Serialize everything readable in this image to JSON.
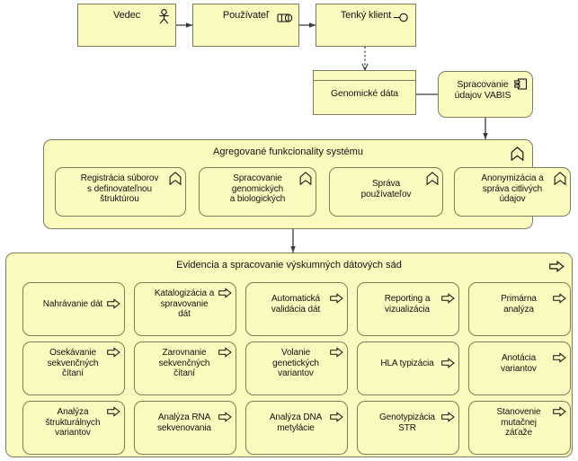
{
  "diagram": {
    "title": "Evidencia a spracovanie výskumných dátových sád",
    "colors": {
      "node_fill": "#fbfbbf",
      "node_stroke": "#7d7d5c",
      "connector": "#3a3a3a",
      "background": "#ffffff"
    }
  },
  "top_row": [
    {
      "label": "Vedec",
      "icon": "actor-icon"
    },
    {
      "label": "Používateľ",
      "icon": "role-icon"
    },
    {
      "label": "Tenký klient",
      "icon": "interface-icon"
    }
  ],
  "data_row": [
    {
      "label": "Genomické dáta",
      "icon": "data-object-icon"
    },
    {
      "label": "Spracovanie\núdajov VABIS",
      "icon": "component-icon"
    }
  ],
  "functions_group": {
    "title": "Agregované funkcionality systému",
    "icon": "function-icon",
    "items": [
      {
        "label": "Registrácia súborov\ns definovateľnou\nštruktúrou",
        "icon": "function-icon"
      },
      {
        "label": "Spracovanie\ngenomických\na biologických",
        "icon": "function-icon"
      },
      {
        "label": "Správa\npoužívateľov",
        "icon": "function-icon"
      },
      {
        "label": "Anonymizácia a\nspráva citlivých\núdajov",
        "icon": "function-icon"
      }
    ]
  },
  "process_group": {
    "title": "Evidencia a spracovanie výskumných dátových sád",
    "icon": "process-icon",
    "rows": [
      [
        {
          "label": "Nahrávanie dát",
          "icon": "process-icon"
        },
        {
          "label": "Katalogizácia a\nspravovanie\ndát",
          "icon": "process-icon"
        },
        {
          "label": "Automatická\nvalidácia dát",
          "icon": "process-icon"
        },
        {
          "label": "Reporting a\nvizualizácia",
          "icon": "process-icon"
        },
        {
          "label": "Primárna\nanalýza",
          "icon": "process-icon"
        }
      ],
      [
        {
          "label": "Osekávanie\nsekvenčných\nčítaní",
          "icon": "process-icon"
        },
        {
          "label": "Zarovnanie\nsekvenčných\nčítaní",
          "icon": "process-icon"
        },
        {
          "label": "Volanie\ngenetických\nvariantov",
          "icon": "process-icon"
        },
        {
          "label": "HLA typizácia",
          "icon": "process-icon"
        },
        {
          "label": "Anotácia\nvariantov",
          "icon": "process-icon"
        }
      ],
      [
        {
          "label": "Analýza\nštrukturálnych\nvariantov",
          "icon": "process-icon"
        },
        {
          "label": "Analýza RNA\nsekvenovania",
          "icon": "process-icon"
        },
        {
          "label": "Analýza DNA\nmetylácie",
          "icon": "process-icon"
        },
        {
          "label": "Genotypizácia\nSTR",
          "icon": "process-icon"
        },
        {
          "label": "Stanovenie\nmutačnej\nzáťaže",
          "icon": "process-icon"
        }
      ]
    ]
  }
}
